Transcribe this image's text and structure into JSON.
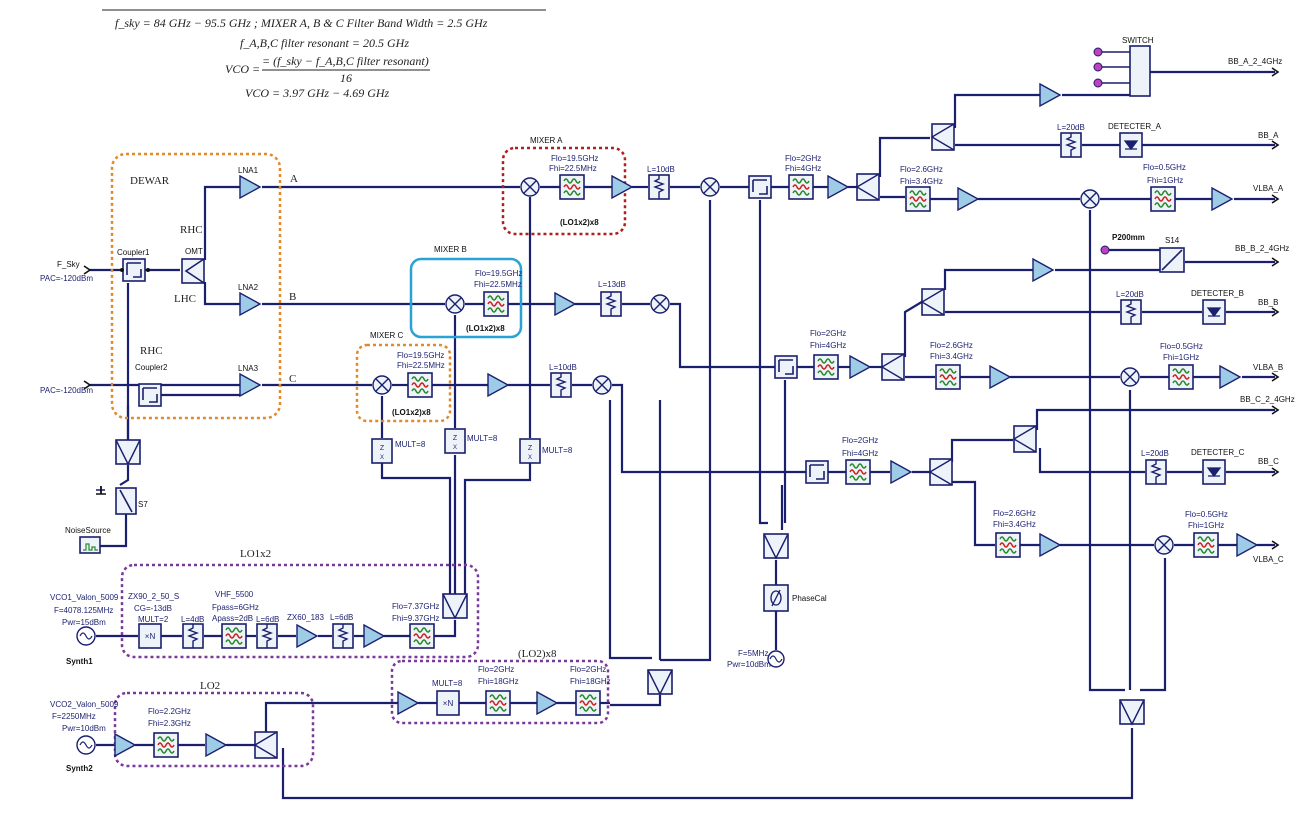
{
  "header": {
    "eq1": "f_sky = 84 GHz − 95.5 GHz ; MIXER A, B & C Filter Band Width = 2.5 GHz",
    "eq2": "f_A,B,C filter resonant = 20.5 GHz",
    "eq3a": "VCO =",
    "eq3b": "= (f_sky − f_A,B,C filter resonant)",
    "eq3c": "16",
    "eq4": "VCO = 3.97 GHz − 4.69 GHz"
  },
  "groups": {
    "dewar": "DEWAR",
    "mixer_a": "MIXER A",
    "mixer_b": "MIXER B",
    "mixer_c": "MIXER C",
    "lo1x2": "LO1x2",
    "lo2": "LO2",
    "lo2x8": "(LO2)x8"
  },
  "front_end": {
    "fsky": "F_Sky",
    "pac1": "PAC=-120dBm",
    "pac2": "PAC=-120dBm",
    "coupler1": "Coupler1",
    "coupler2": "Coupler2",
    "omt": "OMT",
    "rhc1": "RHC",
    "lhc": "LHC",
    "rhc2": "RHC",
    "lna1": "LNA1",
    "lna2": "LNA2",
    "lna3": "LNA3",
    "chan_a": "A",
    "chan_b": "B",
    "chan_c": "C",
    "s7": "S7",
    "noise": "NoiseSource"
  },
  "mixers": {
    "a_flo": "Flo=19.5GHz",
    "a_fhi": "Fhi=22.5MHz",
    "a_lo": "(LO1x2)x8",
    "b_flo": "Flo=19.5GHz",
    "b_fhi": "Fhi=22.5MHz",
    "b_lo": "(LO1x2)x8",
    "c_flo": "Flo=19.5GHz",
    "c_fhi": "Fhi=22.5MHz",
    "c_lo": "(LO1x2)x8",
    "mult_c": "MULT=8",
    "mult_a": "MULT=8",
    "mult_b": "MULT=8",
    "atten_a": "L=10dB",
    "atten_b": "L=13dB",
    "atten_c": "L=10dB"
  },
  "if_chain": {
    "a_bpf_flo": "Flo=2GHz",
    "a_bpf_fhi": "Fhi=4GHz",
    "b_bpf_flo": "Flo=2GHz",
    "b_bpf_fhi": "Fhi=4GHz",
    "c_bpf_flo": "Flo=2GHz",
    "c_bpf_fhi": "Fhi=4GHz",
    "a2_flo": "Flo=2.6GHz",
    "a2_fhi": "Fhi=3.4GHz",
    "b2_flo": "Flo=2.6GHz",
    "b2_fhi": "Fhi=3.4GHz",
    "c2_flo": "Flo=2.6GHz",
    "c2_fhi": "Fhi=3.4GHz",
    "a3_flo": "Flo=0.5GHz",
    "a3_fhi": "Fhi=1GHz",
    "b3_flo": "Flo=0.5GHz",
    "b3_fhi": "Fhi=1GHz",
    "c3_flo": "Flo=0.5GHz",
    "c3_fhi": "Fhi=1GHz",
    "det_a_att": "L=20dB",
    "det_b_att": "L=20dB",
    "det_c_att": "L=20dB",
    "det_a": "DETECTER_A",
    "det_b": "DETECTER_B",
    "det_c": "DETECTER_C",
    "switch": "SWITCH",
    "p200": "P200mm",
    "s14": "S14",
    "phasecal": "PhaseCal",
    "pc_f": "F=5MHz",
    "pc_pwr": "Pwr=10dBm"
  },
  "outputs": {
    "bb_a_24": "BB_A_2_4GHz",
    "bb_a": "BB_A",
    "vlba_a": "VLBA_A",
    "bb_b_24": "BB_B_2_4GHz",
    "bb_b": "BB_B",
    "vlba_b": "VLBA_B",
    "bb_c_24": "BB_C_2_4GHz",
    "bb_c": "BB_C",
    "vlba_c": "VLBA_C"
  },
  "lo_chain": {
    "vco1": "VCO1_Valon_5009",
    "vco1_f": "F=4078.125MHz",
    "vco1_p": "Pwr=15dBm",
    "synth1": "Synth1",
    "zx90": "ZX90_2_50_S",
    "cg": "CG=-13dB",
    "mult2": "MULT=2",
    "l4": "L=4dB",
    "vhf": "VHF_5500",
    "fpass": "Fpass=6GHz",
    "apass": "Apass=2dB",
    "l6a": "L=6dB",
    "zx60": "ZX60_183",
    "l6b": "L=6dB",
    "lo1_flo": "Flo=7.37GHz",
    "lo1_fhi": "Fhi=9.37GHz",
    "vco2": "VCO2_Valon_5009",
    "vco2_f": "F=2250MHz",
    "vco2_p": "Pwr=10dBm",
    "synth2": "Synth2",
    "lo2_flo": "Flo=2.2GHz",
    "lo2_fhi": "Fhi=2.3GHz",
    "mult8": "MULT=8",
    "x8_flo1": "Flo=2GHz",
    "x8_fhi1": "Fhi=18GHz",
    "x8_flo2": "Flo=2GHz",
    "x8_fhi2": "Fhi=18GHz"
  },
  "colors": {
    "wire": "#1a1f6e",
    "amp_fill": "#9ecbe6",
    "dewar": "#e08a2c",
    "mixer_a": "#b01e1e",
    "mixer_b": "#29a3d6",
    "mixer_c": "#e08a2c",
    "lo_group": "#7a3a9a",
    "port": "#c040c0"
  }
}
